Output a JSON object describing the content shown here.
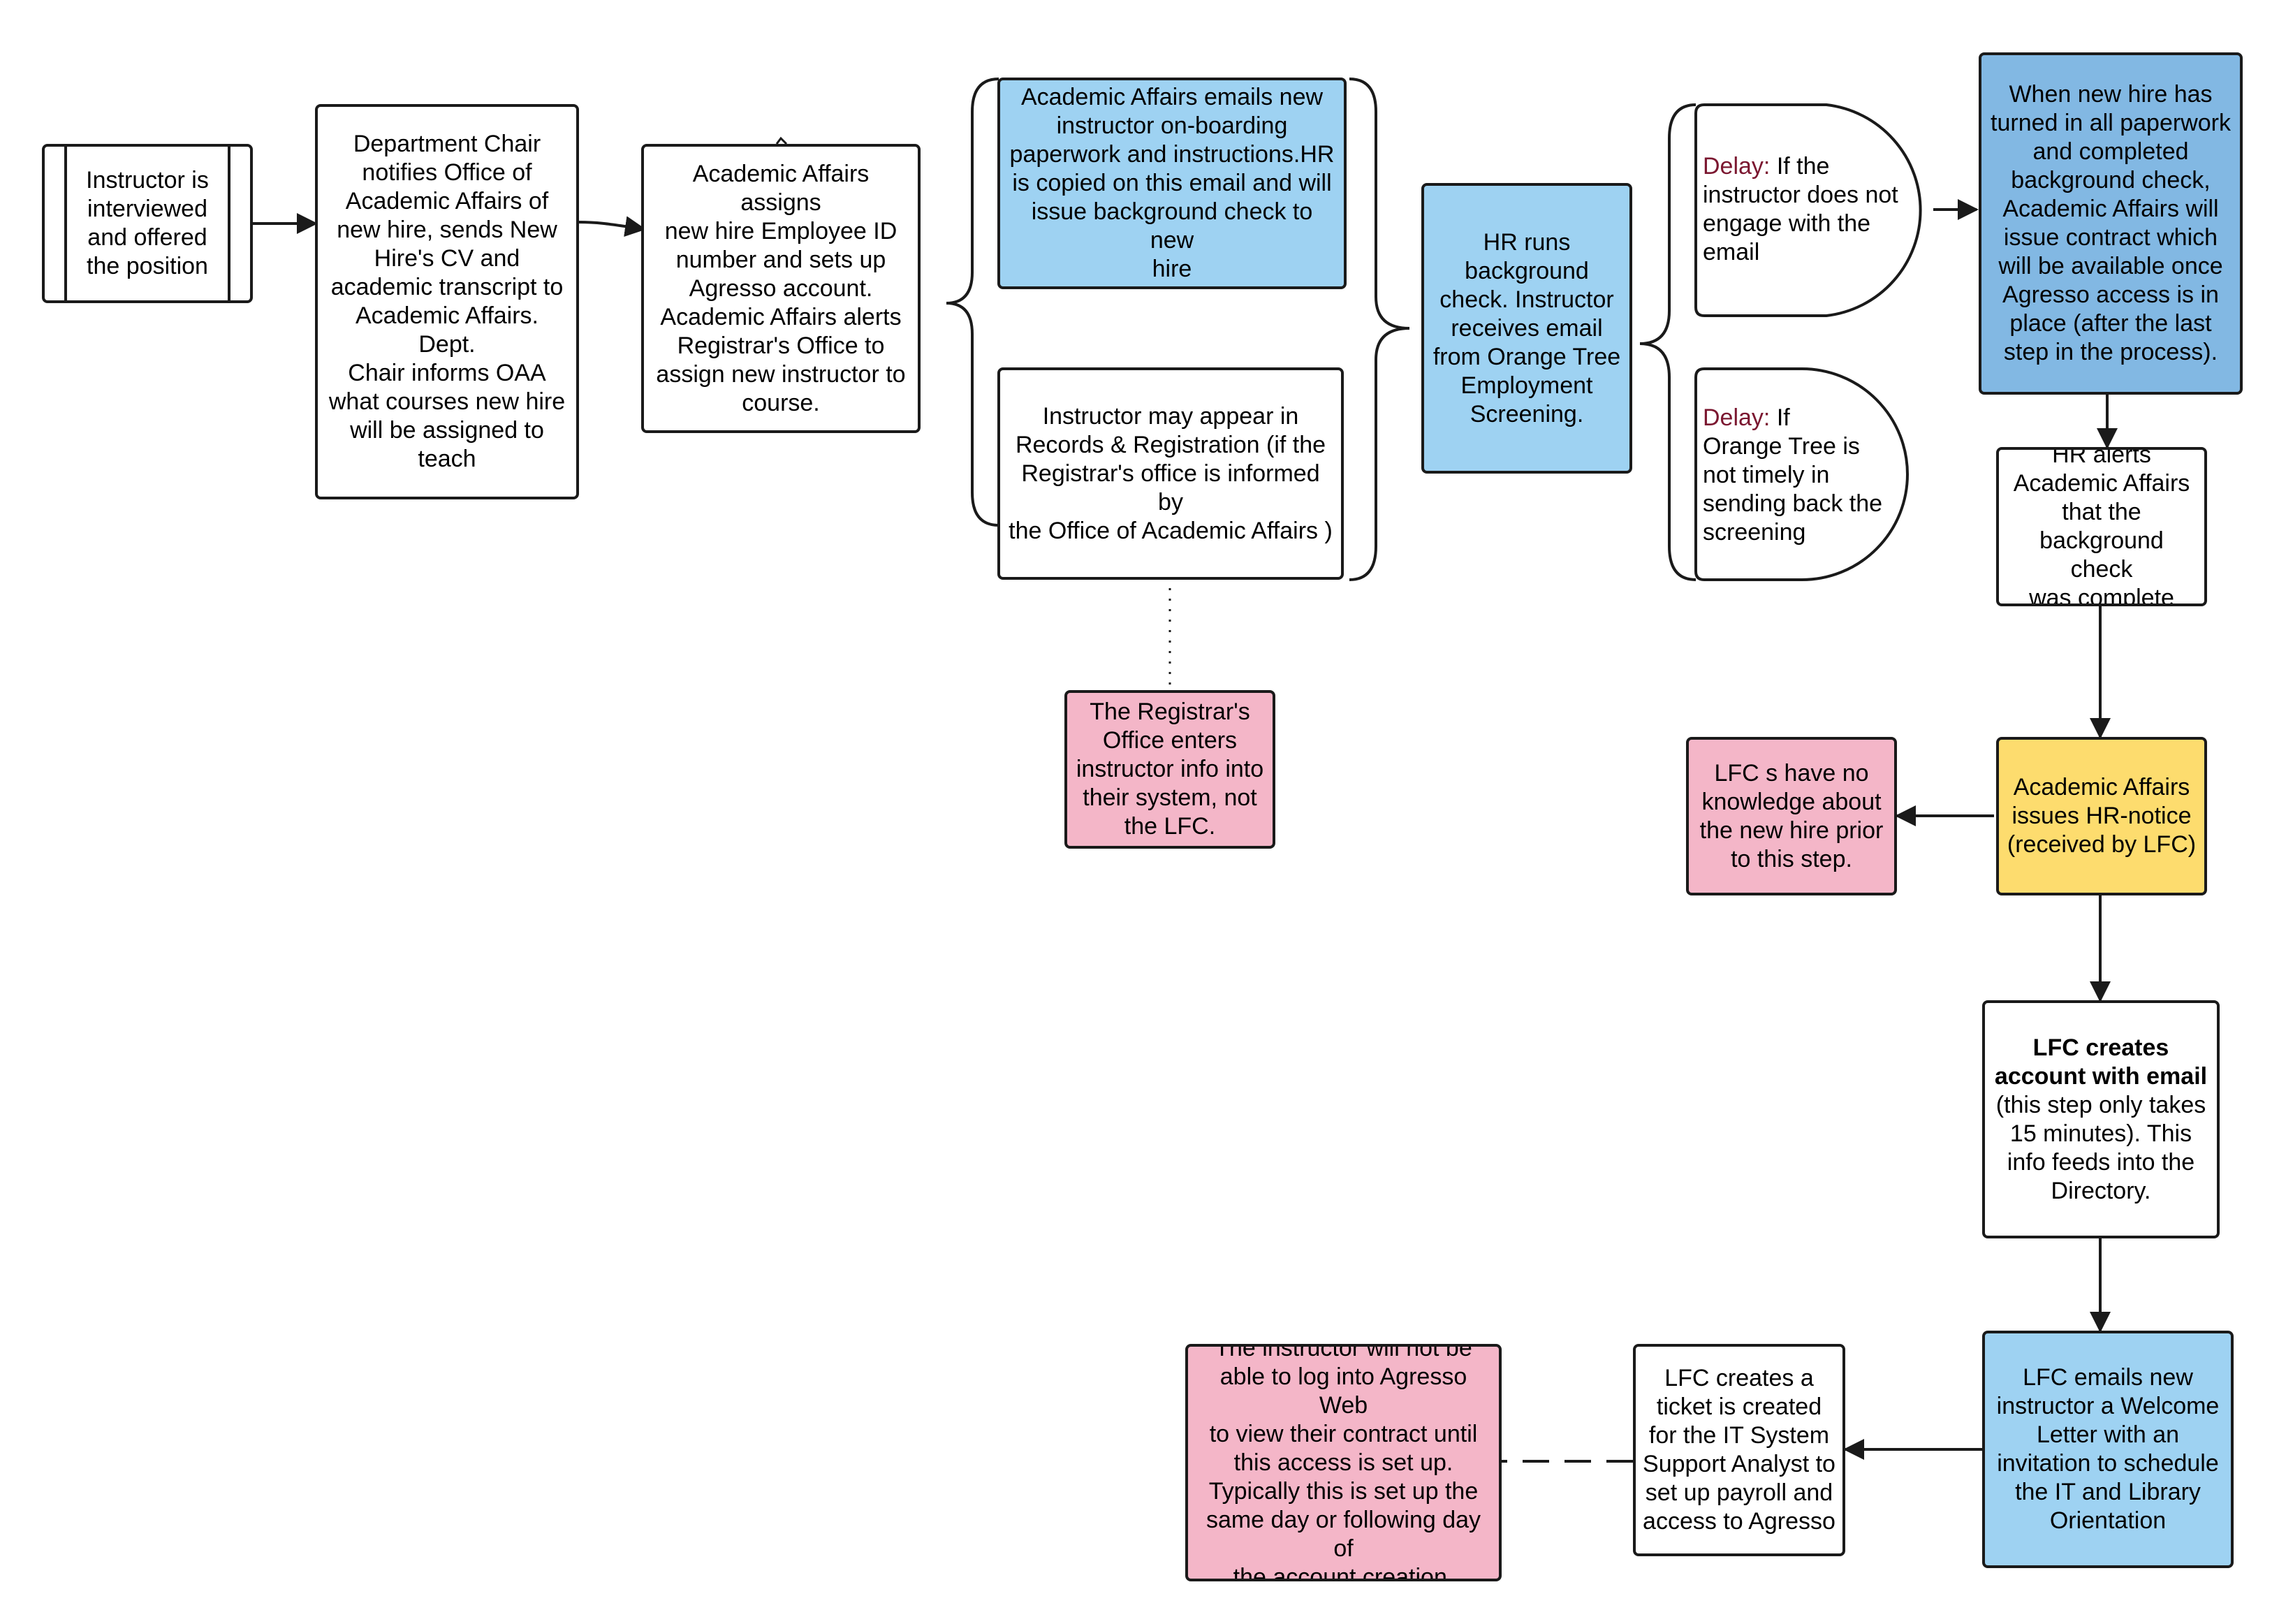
{
  "nodes": {
    "n1_text": [
      "Instructor is",
      "interviewed",
      "and offered",
      "the position"
    ],
    "n2_text": [
      "Department Chair",
      "notifies Office of",
      "Academic Affairs of",
      "new hire, sends New",
      "Hire's CV and",
      "academic transcript to",
      "Academic Affairs. Dept.",
      "Chair informs OAA",
      "what courses new hire",
      "will be assigned to",
      "teach"
    ],
    "n3_text": [
      "Academic Affairs assigns",
      "new hire  Employee ID",
      "number and sets up",
      "Agresso account.",
      "Academic Affairs alerts",
      "Registrar's Office to",
      "assign new instructor to",
      "course."
    ],
    "n4_text": [
      "Academic Affairs emails new",
      "instructor on-boarding",
      "paperwork and instructions.HR",
      "is copied on this email and will",
      "issue background check to new",
      "hire"
    ],
    "n5_text": [
      "Instructor may appear in",
      "Records & Registration (if the",
      "Registrar's office is informed by",
      "the Office of Academic Affairs )"
    ],
    "n6_text": [
      "The Registrar's",
      "Office enters",
      "instructor info into",
      "their system, not",
      "the LFC."
    ],
    "n7_text": [
      "HR runs",
      "background",
      "check. Instructor",
      "receives email",
      "from Orange Tree",
      "Employment",
      "Screening."
    ],
    "delay1": {
      "label": "Delay:",
      "lines": [
        " If the",
        "instructor does not",
        "engage with the",
        "email"
      ]
    },
    "delay2": {
      "label": "Delay:",
      "lines": [
        " If",
        "Orange Tree is",
        "not timely in",
        "sending back the",
        "screening"
      ]
    },
    "n10_text": [
      "When new hire has",
      "turned in all paperwork",
      "and completed",
      "background check,",
      "Academic Affairs will",
      "issue contract which",
      "will be available once",
      "Agresso access is in",
      "place (after the last",
      "step in the process)."
    ],
    "n11_text": [
      "HR alerts",
      "Academic Affairs",
      "that the",
      "background check",
      "was complete"
    ],
    "n12_text": [
      "Academic Affairs",
      "issues HR-notice",
      "(received by LFC)"
    ],
    "n13_text": [
      "LFC s have no",
      "knowledge about",
      "the new hire prior",
      "to this step."
    ],
    "n14_bold": [
      "LFC creates",
      "account with email"
    ],
    "n14_text": [
      "(this step only takes",
      "15 minutes). This",
      "info feeds into the",
      "Directory."
    ],
    "n15_text": [
      "LFC emails new",
      "instructor a Welcome",
      "Letter with an",
      "invitation to schedule",
      "the IT and Library",
      "Orientation"
    ],
    "n16_text": [
      "LFC creates a",
      "ticket is created",
      "for the IT System",
      "Support Analyst to",
      "set up payroll and",
      "access to Agresso"
    ],
    "n17_text": [
      "The instructor will not be",
      "able to log into Agresso Web",
      "to view their contract until",
      "this access is set up.",
      "Typically this is set up the",
      "same day or following day of",
      "the account creation."
    ]
  },
  "colors": {
    "blue": "#9ed2f2",
    "blue_dark": "#82b8e3",
    "pink": "#f4b6c8",
    "yellow": "#fddc6e",
    "delay_label": "#7b1730",
    "stroke": "#1a1a1a"
  }
}
